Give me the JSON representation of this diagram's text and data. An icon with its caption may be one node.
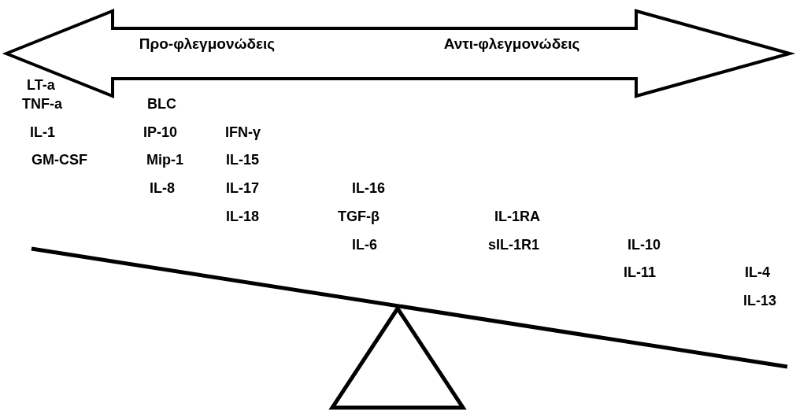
{
  "diagram": {
    "labels": [
      "Προ-φλεγμονώδεις",
      "Αντι-φλεγμονώδεις",
      "LT-a",
      "TNF-a",
      "BLC",
      "IL-1",
      "IP-10",
      "IFN-γ",
      "GM-CSF",
      "Mip-1",
      "IL-15",
      "IL-8",
      "IL-17",
      "IL-16",
      "IL-18",
      "TGF-β",
      "IL-1RA",
      "IL-6",
      "sIL-1R1",
      "IL-10",
      "IL-11",
      "IL-4",
      "IL-13"
    ]
  }
}
